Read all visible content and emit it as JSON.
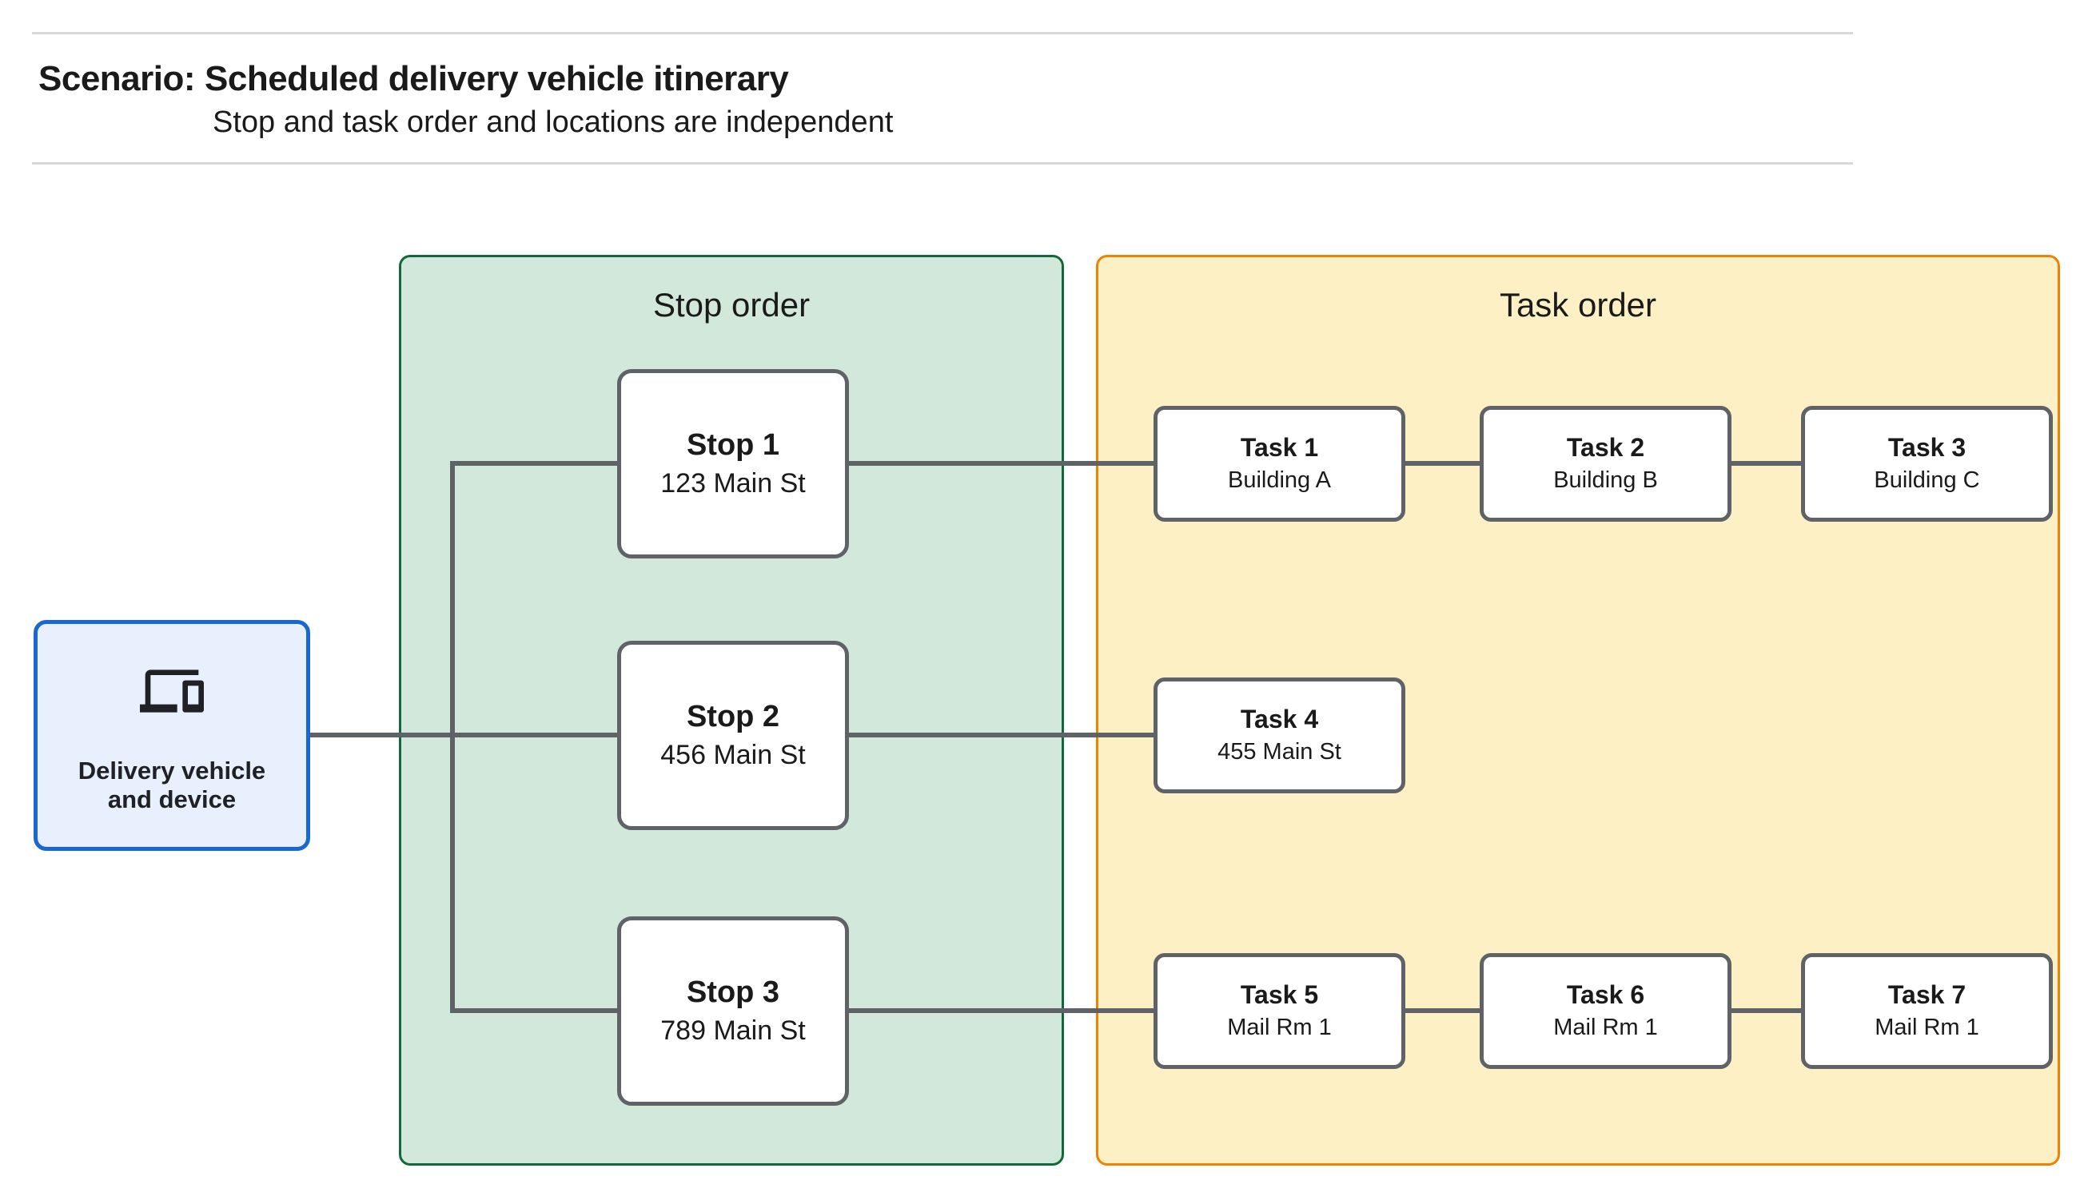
{
  "header": {
    "title_prefix": "Scenario:",
    "title_main": "Scheduled delivery vehicle itinerary",
    "subtitle": "Stop and task order and locations are independent"
  },
  "vehicle": {
    "icon": "devices-icon",
    "label_line1": "Delivery vehicle",
    "label_line2": "and device"
  },
  "panels": {
    "stop_order": {
      "title": "Stop order",
      "fill": "#d2e8db",
      "border": "#11693a"
    },
    "task_order": {
      "title": "Task order",
      "fill": "#fdf0c5",
      "border": "#ef8200"
    }
  },
  "stops": [
    {
      "title": "Stop 1",
      "subtitle": "123 Main St"
    },
    {
      "title": "Stop 2",
      "subtitle": "456 Main St"
    },
    {
      "title": "Stop 3",
      "subtitle": "789 Main St"
    }
  ],
  "tasks": [
    {
      "title": "Task 1",
      "subtitle": "Building A"
    },
    {
      "title": "Task 2",
      "subtitle": "Building B"
    },
    {
      "title": "Task 3",
      "subtitle": "Building C"
    },
    {
      "title": "Task 4",
      "subtitle": "455 Main St"
    },
    {
      "title": "Task 5",
      "subtitle": "Mail Rm 1"
    },
    {
      "title": "Task 6",
      "subtitle": "Mail Rm 1"
    },
    {
      "title": "Task 7",
      "subtitle": "Mail Rm 1"
    }
  ],
  "colors": {
    "connector": "#5f6368",
    "node_border": "#5f6368",
    "vehicle_fill": "#e8f0fe",
    "vehicle_border": "#1967d2",
    "text": "#1a1a1a",
    "rule": "#d8d8d8"
  }
}
